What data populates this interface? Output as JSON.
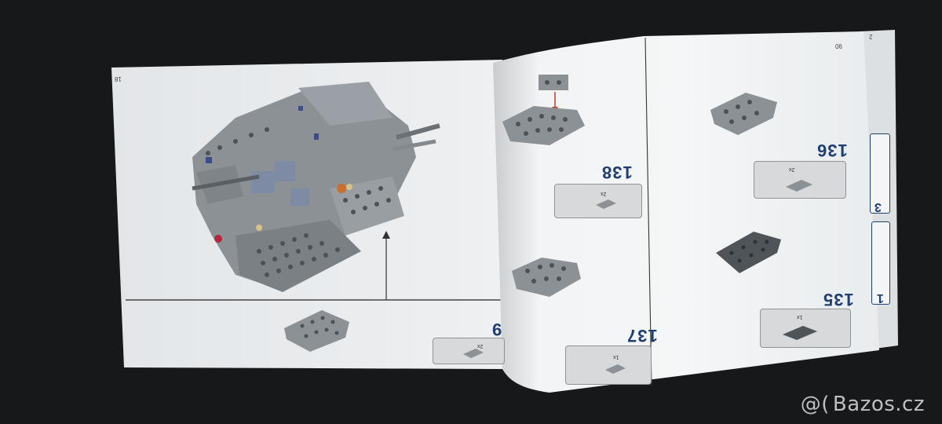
{
  "photo": {
    "subject": "open LEGO building instruction booklet"
  },
  "left_page": {
    "page_number": "18",
    "step_number": "9",
    "callout_qty": "2x"
  },
  "right_page": {
    "page_number": "90",
    "edge_page_number": "2",
    "steps": [
      {
        "number": "138",
        "callout_qty": "2x"
      },
      {
        "number": "137",
        "callout_qty": "1x"
      },
      {
        "number": "136",
        "callout_qty": "2x"
      },
      {
        "number": "135",
        "callout_qty": "1x"
      }
    ],
    "tab_numbers": [
      "3",
      "1"
    ]
  },
  "watermark": {
    "logo": "@(",
    "text": "Bazos.cz"
  },
  "colors": {
    "background": "#17181a",
    "paper": "#eceff1",
    "step_blue": "#1f3f73",
    "brick_gray": "#8c9196",
    "brick_dark": "#4d5257"
  }
}
